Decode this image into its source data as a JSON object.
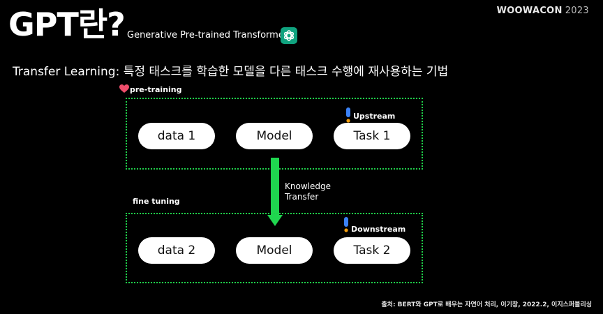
{
  "header": {
    "title": "GPT란?",
    "subtitle": "Generative Pre-trained Transformer",
    "brand": "WOOWACON",
    "brand_year": "2023"
  },
  "heading": "Transfer Learning: 특정 태스크를 학습한 모델을 다른 태스크 수행에 재사용하는 기법",
  "pretraining": {
    "label": "pre-training",
    "nodes": [
      "data 1",
      "Model",
      "Task 1"
    ],
    "tag": "Upstream"
  },
  "transfer": {
    "line1": "Knowledge",
    "line2": "Transfer"
  },
  "finetuning": {
    "label": "fine tuning",
    "nodes": [
      "data 2",
      "Model",
      "Task 2"
    ],
    "tag": "Downstream"
  },
  "source": "출처: BERT와 GPT로 배우는 자연어 처리, 이기창, 2022.2, 이지스퍼블리싱",
  "colors": {
    "background": "#000000",
    "accent_green": "#1fd64f",
    "openai_green": "#10a37f",
    "node_fill": "#ffffff",
    "exclamation_blue": "#3b82f6"
  },
  "icons": [
    "openai-logo-icon",
    "heart-icon",
    "exclamation-icon"
  ]
}
